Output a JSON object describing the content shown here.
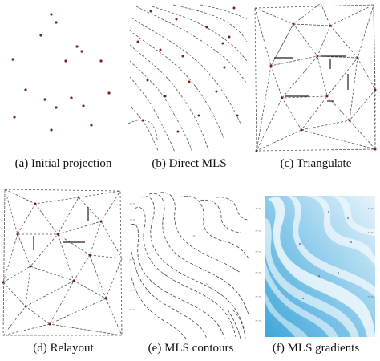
{
  "panels": [
    {
      "id": "a",
      "caption": "(a)  Initial projection"
    },
    {
      "id": "b",
      "caption": "(b)  Direct MLS"
    },
    {
      "id": "c",
      "caption": "(c)  Triangulate"
    },
    {
      "id": "d",
      "caption": "(d)  Relayout"
    },
    {
      "id": "e",
      "caption": "(e)  MLS contours"
    },
    {
      "id": "f",
      "caption": "(f)  MLS gradients"
    }
  ],
  "colors": {
    "point": "#7a1f1f",
    "gradient_light": "#e8f4fb",
    "gradient_dark": "#3fa6d8"
  }
}
